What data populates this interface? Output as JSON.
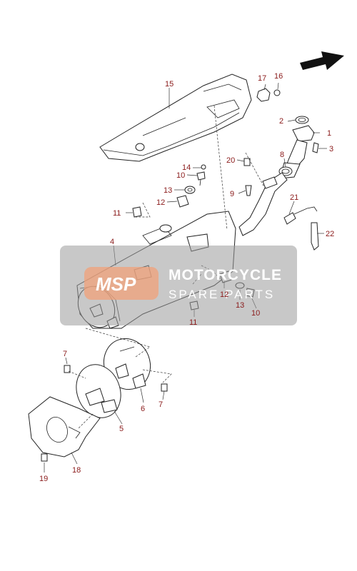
{
  "callouts": [
    {
      "id": "c15",
      "text": "15"
    },
    {
      "id": "c17",
      "text": "17"
    },
    {
      "id": "c16",
      "text": "16"
    },
    {
      "id": "c2",
      "text": "2"
    },
    {
      "id": "c1",
      "text": "1"
    },
    {
      "id": "c3",
      "text": "3"
    },
    {
      "id": "c8",
      "text": "8"
    },
    {
      "id": "c20",
      "text": "20"
    },
    {
      "id": "c14",
      "text": "14"
    },
    {
      "id": "c10a",
      "text": "10"
    },
    {
      "id": "c13a",
      "text": "13"
    },
    {
      "id": "c12a",
      "text": "12"
    },
    {
      "id": "c9",
      "text": "9"
    },
    {
      "id": "c11a",
      "text": "11"
    },
    {
      "id": "c21",
      "text": "21"
    },
    {
      "id": "c22",
      "text": "22"
    },
    {
      "id": "c4",
      "text": "4"
    },
    {
      "id": "c12b",
      "text": "12"
    },
    {
      "id": "c13b",
      "text": "13"
    },
    {
      "id": "c10b",
      "text": "10"
    },
    {
      "id": "c11b",
      "text": "11"
    },
    {
      "id": "c7a",
      "text": "7"
    },
    {
      "id": "c6",
      "text": "6"
    },
    {
      "id": "c7b",
      "text": "7"
    },
    {
      "id": "c5",
      "text": "5"
    },
    {
      "id": "c18",
      "text": "18"
    },
    {
      "id": "c19",
      "text": "19"
    }
  ],
  "watermark": {
    "logo": "MSP",
    "title": "MOTORCYCLE",
    "subtitle": "SPARE PARTS"
  },
  "colors": {
    "callout": "#8a1a1a",
    "line": "#222222",
    "watermark_band": "#9a9a9a",
    "watermark_logo": "#f2a27a"
  },
  "icons": {
    "direction": "front-arrow-icon"
  }
}
